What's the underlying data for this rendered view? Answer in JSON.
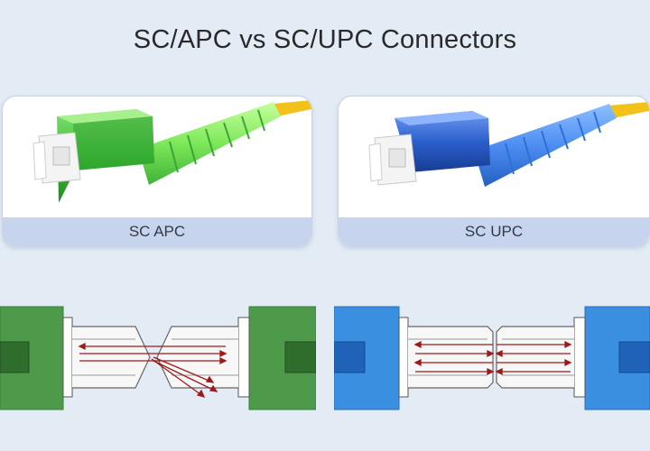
{
  "title": "SC/APC vs SC/UPC Connectors",
  "cards": {
    "apc": {
      "caption": "SC APC",
      "body_color": "#3fbf3a",
      "tail_color": "#8cf06b",
      "cable_color": "#f2c21a"
    },
    "upc": {
      "caption": "SC UPC",
      "body_color": "#2b5fcc",
      "tail_color": "#4d8ef2",
      "cable_color": "#f2c21a"
    }
  },
  "diagrams": {
    "apc": {
      "ferrule_color": "#4e9a4b",
      "core_color": "#2f6d2d",
      "ray_color": "#9b1b1b",
      "end_face": "angled"
    },
    "upc": {
      "ferrule_color": "#3b8fe0",
      "core_color": "#1e63b8",
      "ray_color": "#9b1b1b",
      "end_face": "flat"
    }
  }
}
